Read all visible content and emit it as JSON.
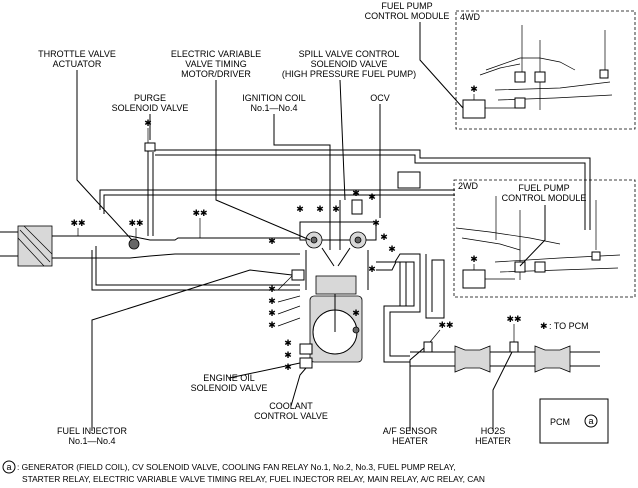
{
  "labels": {
    "fuel_pump_module_4wd": [
      "FUEL PUMP",
      "CONTROL MODULE"
    ],
    "tag_4wd": "4WD",
    "tag_2wd": "2WD",
    "fuel_pump_module_2wd": [
      "FUEL PUMP",
      "CONTROL MODULE"
    ],
    "throttle_valve_actuator": [
      "THROTTLE VALVE",
      "ACTUATOR"
    ],
    "electric_vvt": [
      "ELECTRIC VARIABLE",
      "VALVE TIMING",
      "MOTOR/DRIVER"
    ],
    "spill_valve": [
      "SPILL VALVE CONTROL",
      "SOLENOID VALVE",
      "(HIGH PRESSURE FUEL PUMP)"
    ],
    "purge_solenoid": [
      "PURGE",
      "SOLENOID VALVE"
    ],
    "ignition_coil": [
      "IGNITION COIL",
      "No.1—No.4"
    ],
    "ocv": "OCV",
    "engine_oil_solenoid": [
      "ENGINE OIL",
      "SOLENOID VALVE"
    ],
    "coolant_control_valve": [
      "COOLANT",
      "CONTROL VALVE"
    ],
    "fuel_injector": [
      "FUEL INJECTOR",
      "No.1—No.4"
    ],
    "af_sensor_heater": [
      "A/F SENSOR",
      "HEATER"
    ],
    "ho2s_heater": [
      "HO2S",
      "HEATER"
    ],
    "pcm": "PCM",
    "pcm_ref": "a"
  },
  "legend": {
    "star_symbol": "✱",
    "star_meaning": ": TO PCM"
  },
  "footnote": {
    "ref": "a",
    "line1": ": GENERATOR (FIELD COIL), CV SOLENOID VALVE, COOLING FAN RELAY No.1, No.2, No.3, FUEL PUMP RELAY,",
    "line2": "STARTER RELAY, ELECTRIC VARIABLE VALVE TIMING RELAY, FUEL INJECTOR RELAY, MAIN RELAY, A/C RELAY, CAN"
  },
  "markers": {
    "single": "✱",
    "double": "✱✱"
  }
}
